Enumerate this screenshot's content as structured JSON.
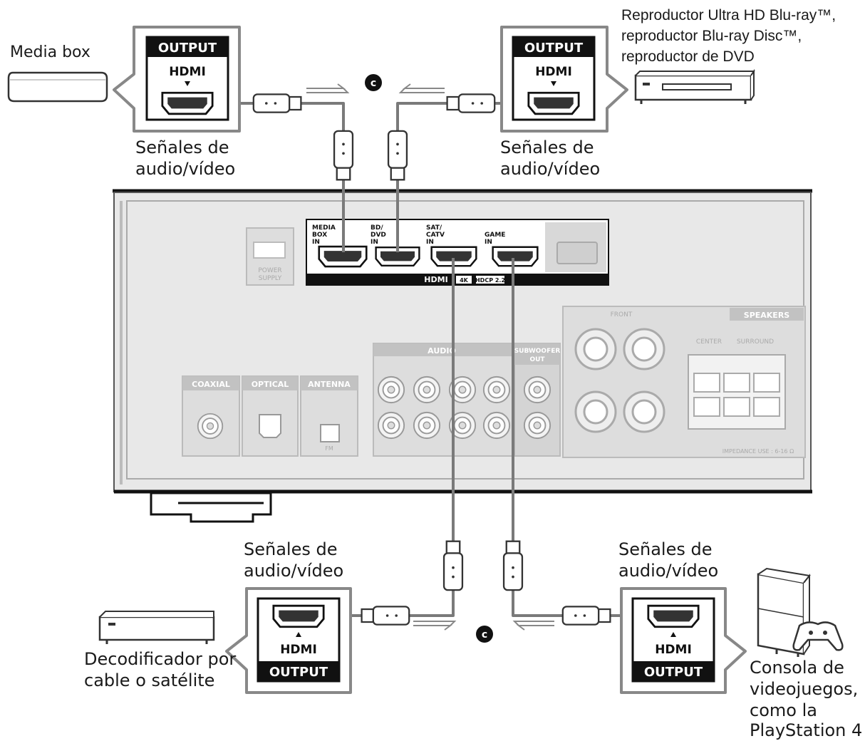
{
  "labels": {
    "media_box": "Media box",
    "bluray_line1": "Reproductor Ultra HD Blu-ray™,",
    "bluray_line2": "reproductor Blu-ray Disc™,",
    "bluray_line3": "reproductor de DVD",
    "signals_tl_1": "Señales de",
    "signals_tl_2": "audio/vídeo",
    "signals_tr_1": "Señales de",
    "signals_tr_2": "audio/vídeo",
    "signals_bl_1": "Señales de",
    "signals_bl_2": "audio/vídeo",
    "signals_br_1": "Señales de",
    "signals_br_2": "audio/vídeo",
    "decoder_line1": "Decodificador por",
    "decoder_line2": "cable o satélite",
    "console_line1": "Consola de",
    "console_line2": "videojuegos,",
    "console_line3": "como la",
    "console_line4": "PlayStation 4"
  },
  "callouts": {
    "output_label": "OUTPUT",
    "hdmi_label": "HDMI",
    "marker": "c"
  },
  "receiver": {
    "hdmi_panel": {
      "port_media_1": "MEDIA",
      "port_media_2": "BOX",
      "port_media_3": "IN",
      "port_bd_1": "BD/",
      "port_bd_2": "DVD",
      "port_bd_3": "IN",
      "port_sat_1": "SAT/",
      "port_sat_2": "CATV",
      "port_sat_3": "IN",
      "port_game_1": "GAME",
      "port_game_2": "IN",
      "footer": "HDMI",
      "badge_4k": "4K",
      "badge_hdcp": "HDCP 2.2"
    },
    "sections": {
      "coaxial": "COAXIAL",
      "optical": "OPTICAL",
      "antenna": "ANTENNA",
      "audio": "AUDIO",
      "subwoofer_1": "SUBWOOFER",
      "subwoofer_2": "OUT",
      "speakers": "SPEAKERS",
      "front": "FRONT",
      "center": "CENTER",
      "surround": "SURROUND",
      "impedance": "IMPEDANCE USE : 6-16 Ω",
      "power_1": "POWER",
      "power_2": "SUPPLY",
      "fm": "FM"
    }
  },
  "colors": {
    "receiver_fill": "#e8e8e8",
    "outline": "#555555",
    "dark": "#111111",
    "cable": "#7a7a7a",
    "callout_border": "#888888"
  }
}
